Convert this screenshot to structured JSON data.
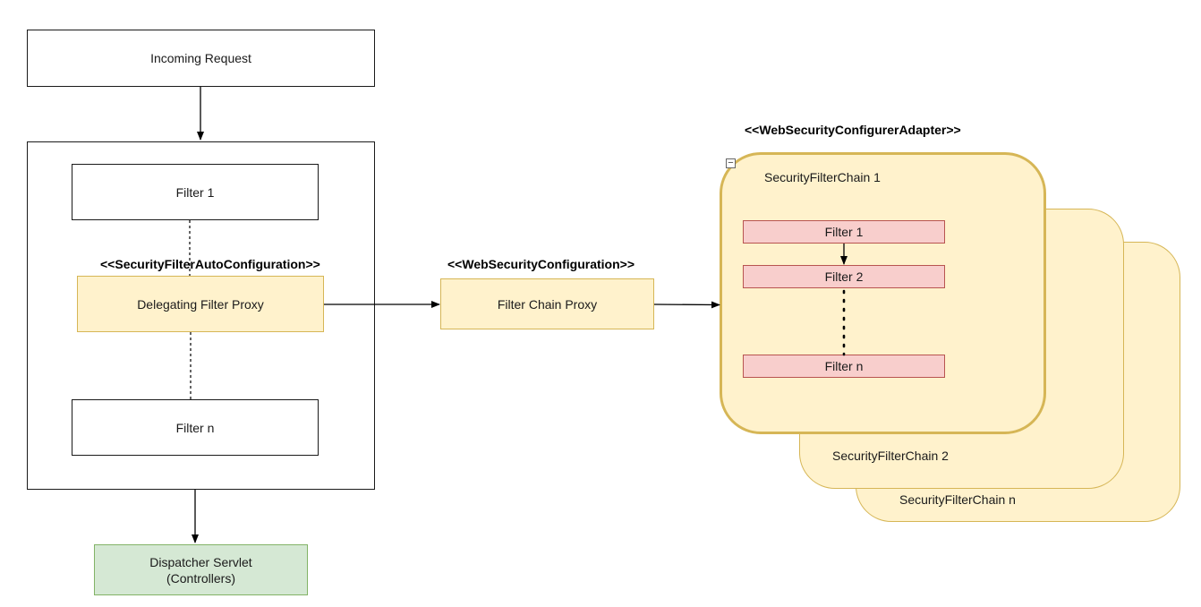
{
  "incoming_request": "Incoming Request",
  "filter_group": {
    "filter_1": "Filter 1",
    "stereotype": "<<SecurityFilterAutoConfiguration>>",
    "delegating_proxy": "Delegating Filter Proxy",
    "filter_n": "Filter n"
  },
  "dispatcher_servlet": "Dispatcher Servlet\n(Controllers)",
  "filter_chain_proxy": {
    "stereotype": "<<WebSecurityConfiguration>>",
    "label": "Filter Chain Proxy"
  },
  "security_chains": {
    "stereotype": "<<WebSecurityConfigurerAdapter>>",
    "chain_1": {
      "title": "SecurityFilterChain 1",
      "collapse_symbol": "−",
      "filters": [
        "Filter 1",
        "Filter 2",
        "Filter n"
      ]
    },
    "chain_2": {
      "title": "SecurityFilterChain 2"
    },
    "chain_n": {
      "title": "SecurityFilterChain n"
    }
  },
  "colors": {
    "proxy_fill": "#fff2cc",
    "proxy_stroke": "#d6b656",
    "servlet_fill": "#d5e8d4",
    "servlet_stroke": "#82b366",
    "chain_filter_fill": "#f8cecc",
    "chain_filter_stroke": "#b85450"
  }
}
